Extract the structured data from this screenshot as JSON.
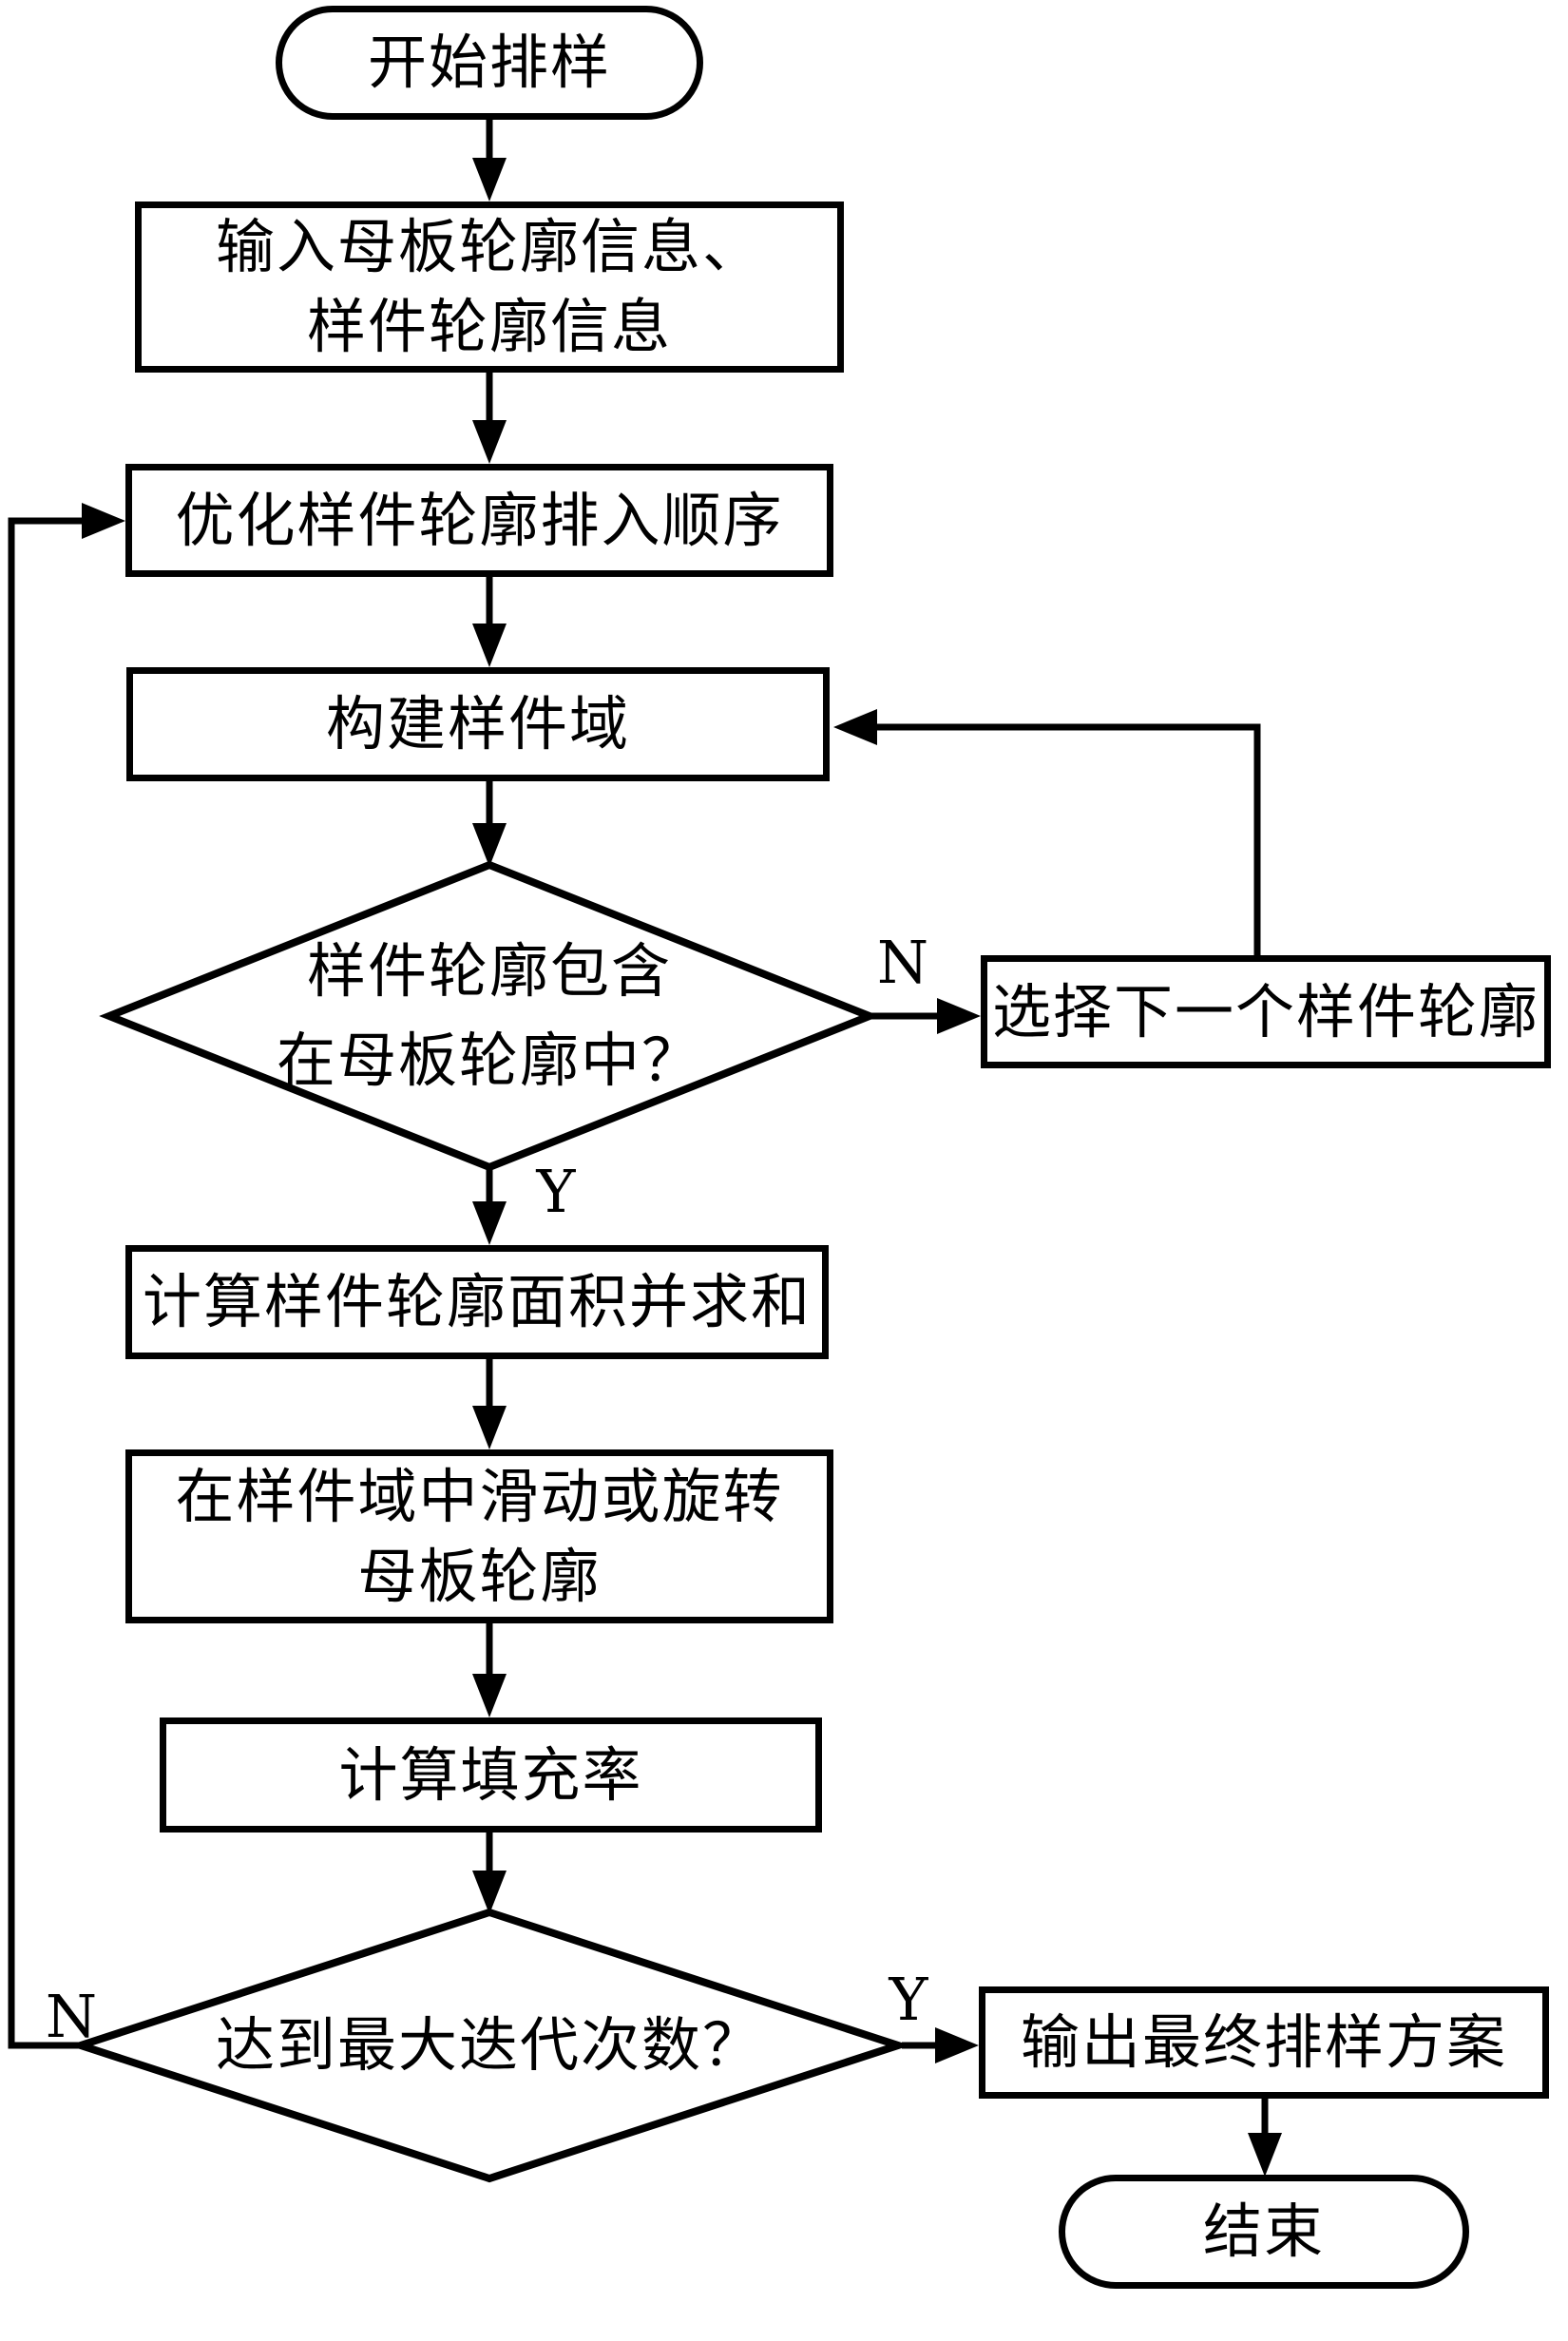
{
  "colors": {
    "line": "#000000",
    "background": "#ffffff"
  },
  "nodes": {
    "start": {
      "label": "开始排样"
    },
    "input_info": {
      "line1": "输入母板轮廓信息、",
      "line2": "样件轮廓信息"
    },
    "optimize_order": {
      "label": "优化样件轮廓排入顺序"
    },
    "build_domain": {
      "label": "构建样件域"
    },
    "contain_check": {
      "line1": "样件轮廓包含",
      "line2": "在母板轮廓中？"
    },
    "select_next": {
      "label": "选择下一个样件轮廓"
    },
    "sum_area": {
      "label": "计算样件轮廓面积并求和"
    },
    "slide_rotate": {
      "line1": "在样件域中滑动或旋转",
      "line2": "母板轮廓"
    },
    "fill_rate": {
      "label": "计算填充率"
    },
    "iteration_check": {
      "label": "达到最大迭代次数？"
    },
    "output_plan": {
      "label": "输出最终排样方案"
    },
    "end": {
      "label": "结束"
    }
  },
  "branch_labels": {
    "contain_no": "N",
    "contain_yes": "Y",
    "iteration_no": "N",
    "iteration_yes": "Y"
  }
}
